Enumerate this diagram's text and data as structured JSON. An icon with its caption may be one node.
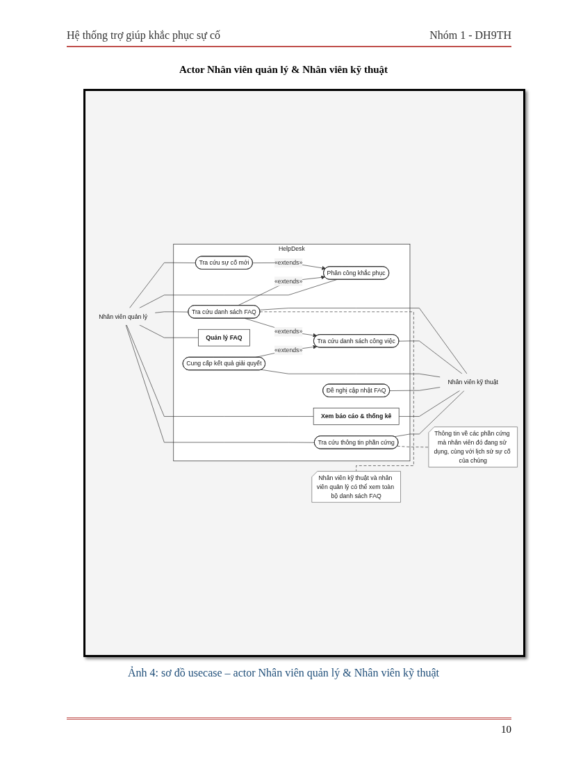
{
  "diagram": {
    "title": "Actor Nhân viên quản lý & Nhân viên kỹ thuật",
    "caption": "Ảnh 4: sơ đồ usecase – actor Nhân viên quản lý & Nhân viên kỹ thuật",
    "nodes": [
      {
        "text": [
          "HelpDesk"
        ]
      },
      {
        "text": [
          "Phân công khắc phục"
        ],
        "in": 0
      },
      {
        "text": [
          "Tra cứu sự cố mới"
        ],
        "in": 0
      },
      {
        "text": [
          "Tra cứu danh sách FAQ"
        ],
        "in": 0
      },
      {
        "text": [
          "Tra cứu danh sách công việc"
        ],
        "in": 0
      },
      {
        "text": [
          "Cung cấp kết quả giải quyết"
        ],
        "in": 0
      },
      {
        "text": [
          "Đề nghị cập nhật FAQ"
        ],
        "in": 0
      },
      {
        "text": [
          "Quản lý FAQ"
        ],
        "in": 0
      },
      {
        "text": [
          "Xem báo cáo & thống kê"
        ],
        "in": 0
      },
      {
        "text": [
          "Tra cứu thông tin phần cứng"
        ],
        "in": 0
      },
      {
        "text": [
          "Nhân viên quản lý"
        ]
      },
      {
        "text": [
          "Nhân viên kỹ thuật"
        ]
      },
      {
        "text": [
          "Nhân viên kỹ thuật và nhân viên quản lý có thể xem toàn bộ danh sách FAQ"
        ]
      },
      {
        "text": [
          "Thông tin về các phần cứng mà nhân viên đó đang sử dụng, cùng với lịch sử sự cố của chúng"
        ]
      }
    ],
    "edges": [
      {
        "from": 2,
        "to": 1,
        "arrow": "to",
        "label": "«extends»"
      },
      {
        "from": 3,
        "to": 1,
        "arrow": "to",
        "label": "«extends»"
      },
      {
        "from": 3,
        "to": 4,
        "arrow": "to",
        "label": "«extends»"
      },
      {
        "from": 5,
        "to": 4,
        "arrow": "to",
        "label": "«extends»"
      },
      {
        "from": 10,
        "to": 1,
        "arrow": "none"
      },
      {
        "from": 10,
        "to": 2,
        "arrow": "none"
      },
      {
        "from": 10,
        "to": 3,
        "arrow": "none"
      },
      {
        "from": 10,
        "to": 7,
        "arrow": "none"
      },
      {
        "from": 10,
        "to": 8,
        "arrow": "none"
      },
      {
        "from": 10,
        "to": 9,
        "arrow": "none"
      },
      {
        "from": 3,
        "to": 11,
        "arrow": "none"
      },
      {
        "from": 4,
        "to": 11,
        "arrow": "none"
      },
      {
        "from": 5,
        "to": 11,
        "arrow": "none"
      },
      {
        "from": 6,
        "to": 11,
        "arrow": "none"
      },
      {
        "from": 8,
        "to": 11,
        "arrow": "none"
      },
      {
        "from": 9,
        "to": 11,
        "arrow": "none"
      },
      {
        "from": 3,
        "to": 12,
        "arrow": "none",
        "style": "dashed"
      },
      {
        "from": 9,
        "to": 13,
        "arrow": "none",
        "style": "dashed"
      }
    ],
    "labels": [
      "Hệ thống trợ giúp khắc phục sự cố",
      "Nhóm 1 - DH9TH",
      "10"
    ]
  }
}
